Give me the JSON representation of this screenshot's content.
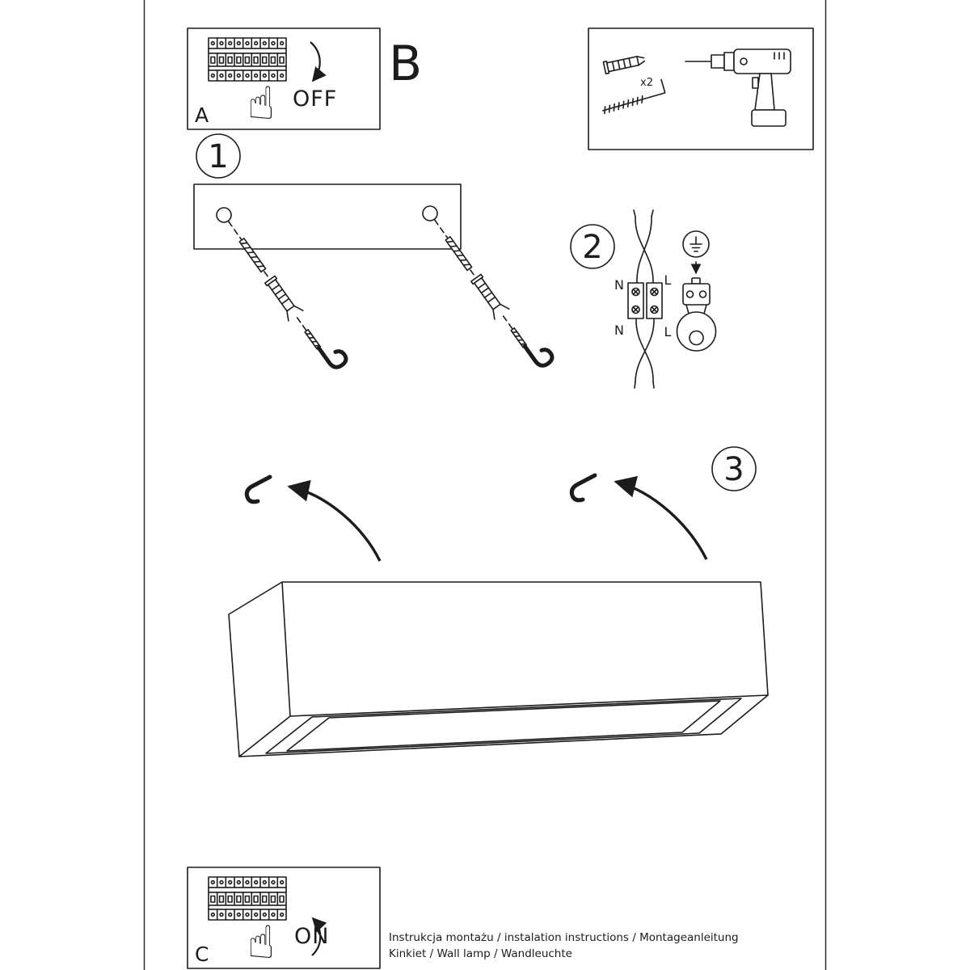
{
  "colors": {
    "ink": "#1c1c1c",
    "paper": "#ffffff"
  },
  "panel_a": {
    "label": "A",
    "state": "OFF",
    "hand_glyph": "☝"
  },
  "section_label_b": "B",
  "tools": {
    "plug_qty": "x2"
  },
  "step_badges": {
    "one": "1",
    "two": "2",
    "three": "3"
  },
  "wiring_labels": {
    "top_left": "N",
    "top_right": "L",
    "bottom_left": "N",
    "bottom_right": "L"
  },
  "panel_c": {
    "label": "C",
    "state": "ON",
    "hand_glyph": "☝"
  },
  "footer": {
    "line1": "Instrukcja montażu / instalation instructions / Montageanleitung",
    "line2": "Kinkiet / Wall lamp / Wandleuchte"
  }
}
